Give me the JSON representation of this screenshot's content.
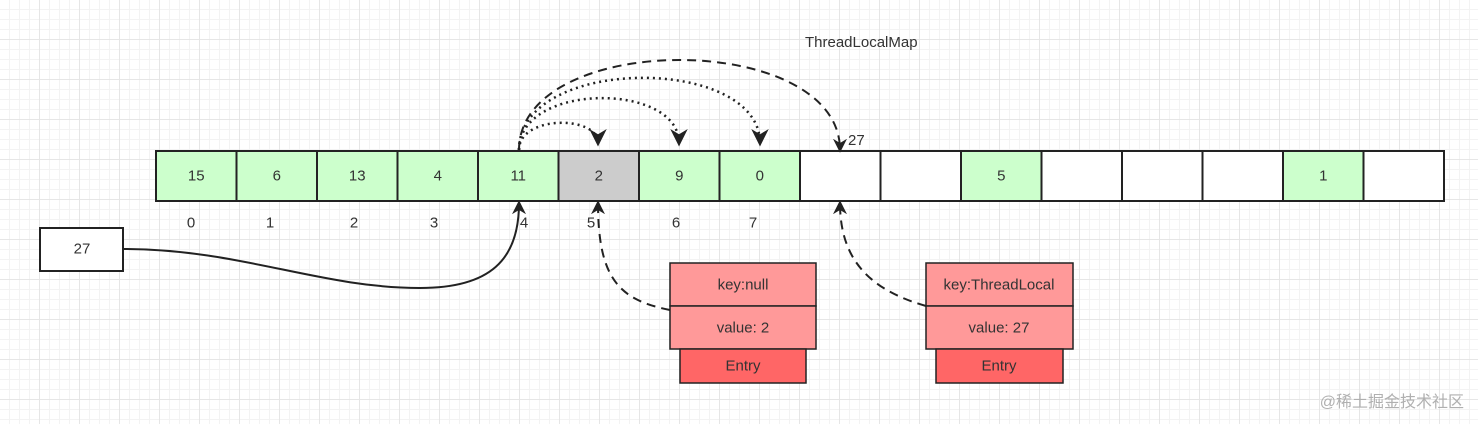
{
  "title": "ThreadLocalMap",
  "table": {
    "slots": [
      {
        "value": "15",
        "state": "used"
      },
      {
        "value": "6",
        "state": "used"
      },
      {
        "value": "13",
        "state": "used"
      },
      {
        "value": "4",
        "state": "used"
      },
      {
        "value": "11",
        "state": "used"
      },
      {
        "value": "2",
        "state": "stale"
      },
      {
        "value": "9",
        "state": "used"
      },
      {
        "value": "0",
        "state": "used"
      },
      {
        "value": "",
        "state": "empty"
      },
      {
        "value": "",
        "state": "empty"
      },
      {
        "value": "5",
        "state": "used"
      },
      {
        "value": "",
        "state": "empty"
      },
      {
        "value": "",
        "state": "empty"
      },
      {
        "value": "",
        "state": "empty"
      },
      {
        "value": "1",
        "state": "used"
      },
      {
        "value": "",
        "state": "empty"
      }
    ],
    "indices": [
      "0",
      "1",
      "2",
      "3",
      "4",
      "5",
      "6",
      "7"
    ]
  },
  "key_box": "27",
  "target_label": "27",
  "entries": [
    {
      "key": "key:null",
      "value": "value: 2",
      "tag": "Entry"
    },
    {
      "key": "key:ThreadLocal",
      "value": "value: 27",
      "tag": "Entry"
    }
  ],
  "watermark": "@稀土掘金技术社区",
  "colors": {
    "used": "#ccffcc",
    "stale": "#cccccc",
    "empty": "#ffffff",
    "entry_field": "#ff9999",
    "entry_tag": "#ff6666"
  }
}
